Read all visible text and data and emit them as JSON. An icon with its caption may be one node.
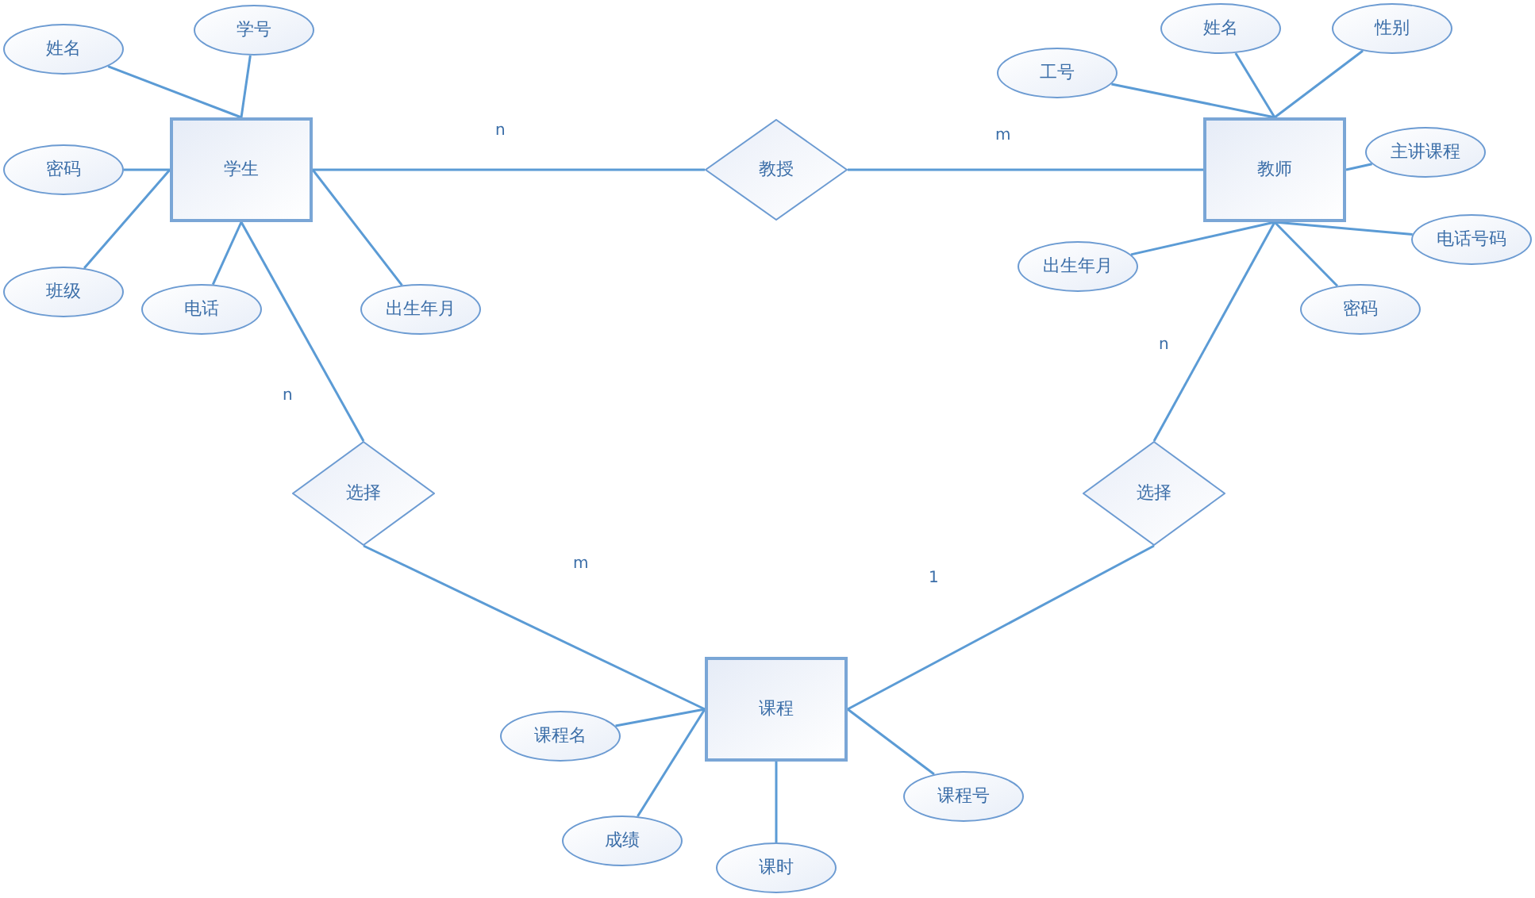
{
  "diagram": {
    "nodes": [
      {
        "text": [
          "学生"
        ]
      },
      {
        "text": [
          "姓名"
        ]
      },
      {
        "text": [
          "学号"
        ]
      },
      {
        "text": [
          "密码"
        ]
      },
      {
        "text": [
          "班级"
        ]
      },
      {
        "text": [
          "电话"
        ]
      },
      {
        "text": [
          "出生年月"
        ]
      },
      {
        "text": [
          "教授"
        ]
      },
      {
        "text": [
          "教师"
        ]
      },
      {
        "text": [
          "工号"
        ]
      },
      {
        "text": [
          "姓名"
        ]
      },
      {
        "text": [
          "性别"
        ]
      },
      {
        "text": [
          "主讲课程"
        ]
      },
      {
        "text": [
          "电话号码"
        ]
      },
      {
        "text": [
          "出生年月"
        ]
      },
      {
        "text": [
          "密码"
        ]
      },
      {
        "text": [
          "选择"
        ]
      },
      {
        "text": [
          "选择"
        ]
      },
      {
        "text": [
          "课程"
        ]
      },
      {
        "text": [
          "课程名"
        ]
      },
      {
        "text": [
          "成绩"
        ]
      },
      {
        "text": [
          "课时"
        ]
      },
      {
        "text": [
          "课程号"
        ]
      }
    ],
    "edges": [
      {
        "from": 0,
        "to": 1,
        "arrow": "none"
      },
      {
        "from": 0,
        "to": 2,
        "arrow": "none"
      },
      {
        "from": 0,
        "to": 3,
        "arrow": "none"
      },
      {
        "from": 0,
        "to": 4,
        "arrow": "none"
      },
      {
        "from": 0,
        "to": 5,
        "arrow": "none"
      },
      {
        "from": 0,
        "to": 6,
        "arrow": "none"
      },
      {
        "from": 0,
        "to": 7,
        "arrow": "none",
        "label": "n"
      },
      {
        "from": 7,
        "to": 8,
        "arrow": "none",
        "label": "m"
      },
      {
        "from": 8,
        "to": 9,
        "arrow": "none"
      },
      {
        "from": 8,
        "to": 10,
        "arrow": "none"
      },
      {
        "from": 8,
        "to": 11,
        "arrow": "none"
      },
      {
        "from": 8,
        "to": 12,
        "arrow": "none"
      },
      {
        "from": 8,
        "to": 13,
        "arrow": "none"
      },
      {
        "from": 8,
        "to": 14,
        "arrow": "none"
      },
      {
        "from": 8,
        "to": 15,
        "arrow": "none"
      },
      {
        "from": 0,
        "to": 16,
        "arrow": "none",
        "label": "n"
      },
      {
        "from": 16,
        "to": 18,
        "arrow": "none",
        "label": "m"
      },
      {
        "from": 8,
        "to": 17,
        "arrow": "none",
        "label": "n"
      },
      {
        "from": 17,
        "to": 18,
        "arrow": "none",
        "label": "1"
      },
      {
        "from": 18,
        "to": 19,
        "arrow": "none"
      },
      {
        "from": 18,
        "to": 20,
        "arrow": "none"
      },
      {
        "from": 18,
        "to": 21,
        "arrow": "none"
      },
      {
        "from": 18,
        "to": 22,
        "arrow": "none"
      }
    ]
  }
}
